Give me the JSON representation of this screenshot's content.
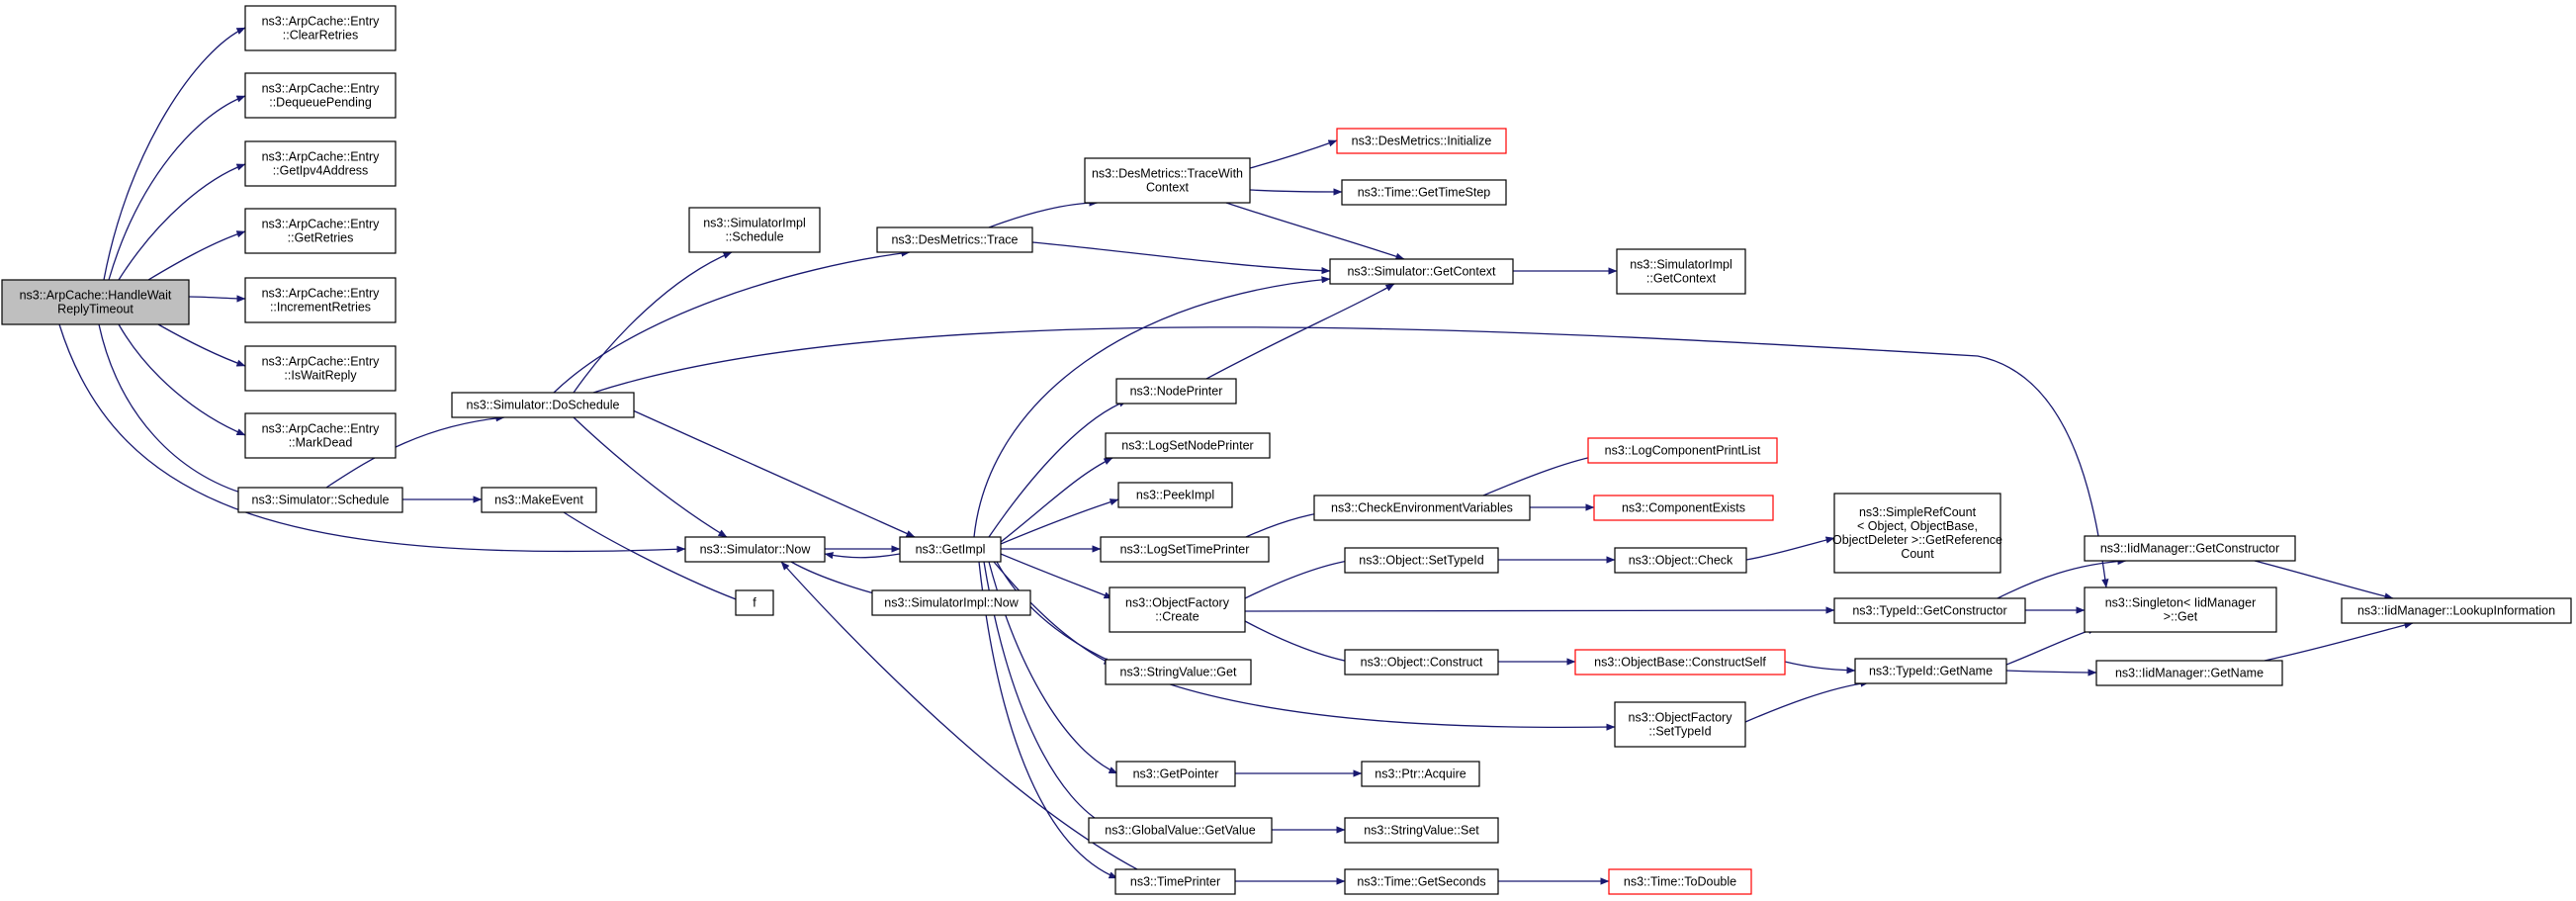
{
  "nodes": [
    {
      "id": "root",
      "lines": [
        "ns3::ArpCache::HandleWait",
        "ReplyTimeout"
      ],
      "style": "grey"
    },
    {
      "id": "clearRetries",
      "lines": [
        "ns3::ArpCache::Entry",
        "::ClearRetries"
      ]
    },
    {
      "id": "dequeuePending",
      "lines": [
        "ns3::ArpCache::Entry",
        "::DequeuePending"
      ]
    },
    {
      "id": "getIpv4",
      "lines": [
        "ns3::ArpCache::Entry",
        "::GetIpv4Address"
      ]
    },
    {
      "id": "getRetries",
      "lines": [
        "ns3::ArpCache::Entry",
        "::GetRetries"
      ]
    },
    {
      "id": "incRetries",
      "lines": [
        "ns3::ArpCache::Entry",
        "::IncrementRetries"
      ]
    },
    {
      "id": "isWaitReply",
      "lines": [
        "ns3::ArpCache::Entry",
        "::IsWaitReply"
      ]
    },
    {
      "id": "markDead",
      "lines": [
        "ns3::ArpCache::Entry",
        "::MarkDead"
      ]
    },
    {
      "id": "simSchedule",
      "lines": [
        "ns3::Simulator::Schedule"
      ]
    },
    {
      "id": "simImplSchedule",
      "lines": [
        "ns3::SimulatorImpl",
        "::Schedule"
      ]
    },
    {
      "id": "simDoSchedule",
      "lines": [
        "ns3::Simulator::DoSchedule"
      ]
    },
    {
      "id": "makeEvent",
      "lines": [
        "ns3::MakeEvent"
      ]
    },
    {
      "id": "simNow",
      "lines": [
        "ns3::Simulator::Now"
      ]
    },
    {
      "id": "f",
      "lines": [
        "f"
      ]
    },
    {
      "id": "desTrace",
      "lines": [
        "ns3::DesMetrics::Trace"
      ]
    },
    {
      "id": "getImpl",
      "lines": [
        "ns3::GetImpl"
      ]
    },
    {
      "id": "simImplNow",
      "lines": [
        "ns3::SimulatorImpl::Now"
      ]
    },
    {
      "id": "traceWithContext",
      "lines": [
        "ns3::DesMetrics::TraceWith",
        "Context"
      ]
    },
    {
      "id": "nodePrinter",
      "lines": [
        "ns3::NodePrinter"
      ]
    },
    {
      "id": "logSetNodePrinter",
      "lines": [
        "ns3::LogSetNodePrinter"
      ]
    },
    {
      "id": "peekImpl",
      "lines": [
        "ns3::PeekImpl"
      ]
    },
    {
      "id": "logSetTimePrinter",
      "lines": [
        "ns3::LogSetTimePrinter"
      ]
    },
    {
      "id": "objFactoryCreate",
      "lines": [
        "ns3::ObjectFactory",
        "::Create"
      ]
    },
    {
      "id": "stringValueGet",
      "lines": [
        "ns3::StringValue::Get"
      ]
    },
    {
      "id": "getPointer",
      "lines": [
        "ns3::GetPointer"
      ]
    },
    {
      "id": "globalValueGet",
      "lines": [
        "ns3::GlobalValue::GetValue"
      ]
    },
    {
      "id": "timePrinter",
      "lines": [
        "ns3::TimePrinter"
      ]
    },
    {
      "id": "desInit",
      "lines": [
        "ns3::DesMetrics::Initialize"
      ],
      "style": "red"
    },
    {
      "id": "timeGetTimeStep",
      "lines": [
        "ns3::Time::GetTimeStep"
      ]
    },
    {
      "id": "simGetContext",
      "lines": [
        "ns3::Simulator::GetContext"
      ]
    },
    {
      "id": "checkEnv",
      "lines": [
        "ns3::CheckEnvironmentVariables"
      ]
    },
    {
      "id": "objSetTypeId",
      "lines": [
        "ns3::Object::SetTypeId"
      ]
    },
    {
      "id": "objConstruct",
      "lines": [
        "ns3::Object::Construct"
      ]
    },
    {
      "id": "ptrAcquire",
      "lines": [
        "ns3::Ptr::Acquire"
      ]
    },
    {
      "id": "stringValueSet",
      "lines": [
        "ns3::StringValue::Set"
      ]
    },
    {
      "id": "timeGetSeconds",
      "lines": [
        "ns3::Time::GetSeconds"
      ]
    },
    {
      "id": "simImplGetContext",
      "lines": [
        "ns3::SimulatorImpl",
        "::GetContext"
      ]
    },
    {
      "id": "logCompPrintList",
      "lines": [
        "ns3::LogComponentPrintList"
      ],
      "style": "red"
    },
    {
      "id": "compExists",
      "lines": [
        "ns3::ComponentExists"
      ],
      "style": "red"
    },
    {
      "id": "objCheck",
      "lines": [
        "ns3::Object::Check"
      ]
    },
    {
      "id": "objBaseConstructSelf",
      "lines": [
        "ns3::ObjectBase::ConstructSelf"
      ],
      "style": "red"
    },
    {
      "id": "objFactorySetTypeId",
      "lines": [
        "ns3::ObjectFactory",
        "::SetTypeId"
      ]
    },
    {
      "id": "timeToDouble",
      "lines": [
        "ns3::Time::ToDouble"
      ],
      "style": "red"
    },
    {
      "id": "simpleRefCount",
      "lines": [
        "ns3::SimpleRefCount",
        "< Object, ObjectBase,",
        " ObjectDeleter >::GetReference",
        "Count"
      ]
    },
    {
      "id": "typeIdGetConstructor",
      "lines": [
        "ns3::TypeId::GetConstructor"
      ]
    },
    {
      "id": "typeIdGetName",
      "lines": [
        "ns3::TypeId::GetName"
      ]
    },
    {
      "id": "iidGetConstructor",
      "lines": [
        "ns3::IidManager::GetConstructor"
      ]
    },
    {
      "id": "singletonGet",
      "lines": [
        "ns3::Singleton< IidManager",
        " >::Get"
      ]
    },
    {
      "id": "iidGetName",
      "lines": [
        "ns3::IidManager::GetName"
      ]
    },
    {
      "id": "iidLookup",
      "lines": [
        "ns3::IidManager::LookupInformation"
      ]
    }
  ]
}
